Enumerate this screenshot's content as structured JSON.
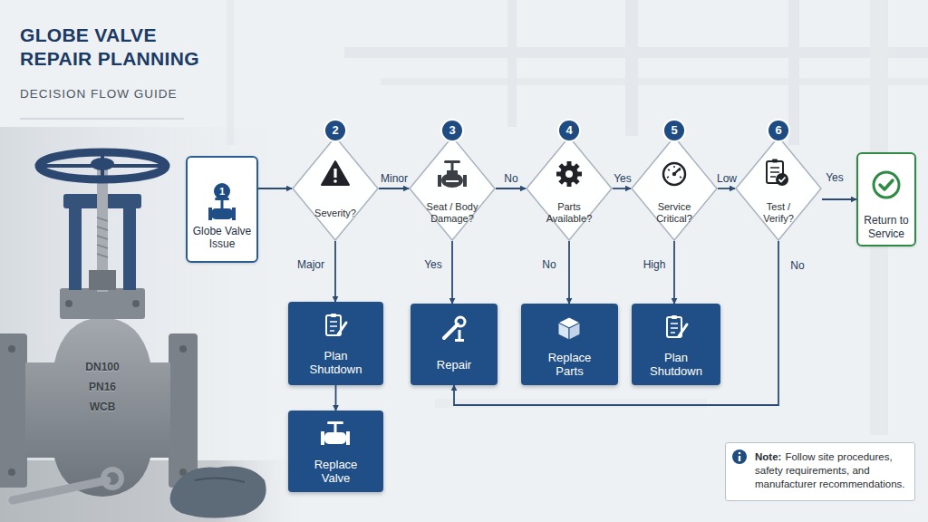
{
  "diagram": {
    "title": "GLOBE VALVE REPAIR PLANNING",
    "nodes": [
      {
        "text": [
          "1",
          "Globe Valve Issue"
        ]
      },
      {
        "text": [
          "2",
          "Severity?"
        ]
      },
      {
        "text": [
          "3",
          "Seat / Body Damage?"
        ]
      },
      {
        "text": [
          "4",
          "Parts Available?"
        ]
      },
      {
        "text": [
          "5",
          "Service Critical?"
        ]
      },
      {
        "text": [
          "6",
          "Test / Verify?"
        ]
      },
      {
        "text": [
          "Return to Service"
        ]
      },
      {
        "text": [
          "Plan Shutdown"
        ]
      },
      {
        "text": [
          "Replace Valve"
        ]
      },
      {
        "text": [
          "Repair"
        ]
      },
      {
        "text": [
          "Replace Parts"
        ]
      },
      {
        "text": [
          "Plan Shutdown"
        ]
      },
      {
        "text": [
          "Note:",
          "Follow site procedures, safety requirements, and manufacturer recommendations."
        ]
      }
    ],
    "edges": [
      {
        "from": 0,
        "to": 1,
        "arrow": "to"
      },
      {
        "from": 1,
        "to": 2,
        "label": "Minor",
        "arrow": "to"
      },
      {
        "from": 2,
        "to": 3,
        "label": "No",
        "arrow": "to"
      },
      {
        "from": 3,
        "to": 4,
        "label": "Yes",
        "arrow": "to"
      },
      {
        "from": 4,
        "to": 5,
        "label": "Low",
        "arrow": "to"
      },
      {
        "from": 5,
        "to": 6,
        "label": "Yes",
        "arrow": "to"
      },
      {
        "from": 1,
        "to": 7,
        "label": "Major",
        "arrow": "to"
      },
      {
        "from": 7,
        "to": 8,
        "arrow": "to"
      },
      {
        "from": 2,
        "to": 9,
        "label": "Yes",
        "arrow": "to"
      },
      {
        "from": 3,
        "to": 10,
        "label": "No",
        "arrow": "to"
      },
      {
        "from": 4,
        "to": 11,
        "label": "High",
        "arrow": "to"
      },
      {
        "from": 5,
        "to": 9,
        "label": "No",
        "arrow": "to"
      }
    ],
    "labels": [
      "DECISION FLOW GUIDE",
      "DN100",
      "PN16",
      "WCB"
    ]
  }
}
